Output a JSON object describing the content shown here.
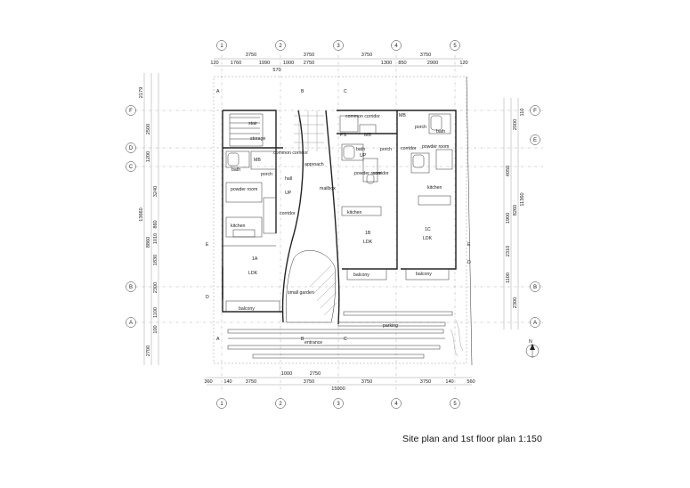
{
  "caption": "Site plan and 1st floor plan  1:150",
  "grid_columns": [
    "1",
    "2",
    "3",
    "4",
    "5"
  ],
  "grid_rows_left": [
    "F",
    "D",
    "C",
    "B",
    "A"
  ],
  "grid_rows_right": [
    "F",
    "E",
    "B",
    "A"
  ],
  "top_dims_primary": [
    "3750",
    "3750",
    "3750",
    "3750"
  ],
  "top_dims_secondary": [
    "120",
    "1760",
    "1990",
    "1000",
    "2750",
    "1300",
    "850",
    "2900",
    "120"
  ],
  "top_dim_small": "570",
  "bottom_dims_primary": [
    "1000",
    "2750"
  ],
  "bottom_dims_secondary": [
    "360",
    "140",
    "3750",
    "3750",
    "3750",
    "3750",
    "140",
    "560"
  ],
  "bottom_dim_total": "15000",
  "left_dims": [
    "2179",
    "2500",
    "1200",
    "3240",
    "860",
    "1010",
    "1830",
    "2300",
    "1100",
    "100",
    "2700"
  ],
  "left_dim_totals": [
    "13660",
    "8860"
  ],
  "right_dims": [
    "110",
    "2000",
    "4050",
    "1900",
    "2310",
    "1100",
    "2300"
  ],
  "right_dim_totals": [
    "11360",
    "8260"
  ],
  "rooms": {
    "unit_1a": "1A",
    "ldk_1a": "LDK",
    "unit_1b": "1B",
    "ldk_1b": "LDK",
    "unit_1c": "1C",
    "ldk_1c": "LDK",
    "stair": "stair",
    "storage": "storage",
    "common_corridor_a": "common corridor",
    "common_corridor_b": "common corridor",
    "bath_a": "bath",
    "bath_b": "bath",
    "bath_c": "bath",
    "porch_a": "porch",
    "porch_b": "porch",
    "porch_c": "porch",
    "hall": "hall",
    "powder_room_a": "powder room",
    "powder_room_b": "powder room",
    "powder_room_c": "powder room",
    "corridor_a": "corridor",
    "corridor_b": "corridor",
    "corridor_c": "corridor",
    "kitchen_a": "kitchen",
    "kitchen_b": "kitchen",
    "kitchen_c": "kitchen",
    "approach": "approach",
    "mailbox": "mailbox",
    "small_garden": "small garden",
    "balcony_a": "balcony",
    "balcony_b": "balcony",
    "balcony_c": "balcony",
    "parking": "parking",
    "entrance": "entrance",
    "mb_a": "MB",
    "mb_b": "MB",
    "mb_c": "MB",
    "ps": "PS",
    "up_a": "UP",
    "up_b": "UP"
  },
  "section_marks": [
    "A",
    "A",
    "B",
    "B",
    "C",
    "C",
    "D",
    "D",
    "E",
    "E"
  ],
  "north_label": "N"
}
